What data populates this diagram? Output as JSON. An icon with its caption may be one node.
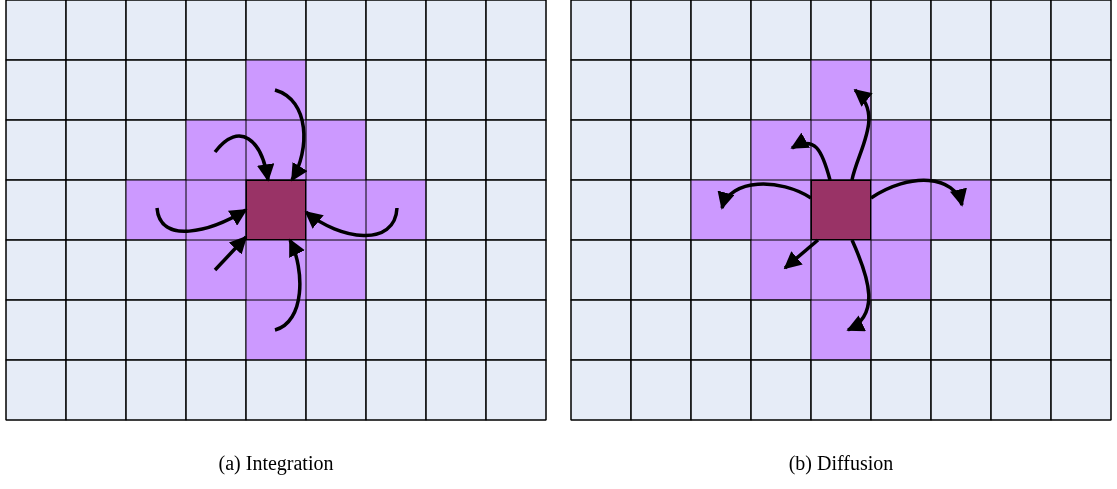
{
  "diagram": {
    "nodes": [
      {
        "text": [],
        "shape": "box"
      },
      {
        "text": [],
        "shape": "box"
      }
    ],
    "edges": [
      {
        "from": null,
        "to": 0,
        "arrow": "to"
      },
      {
        "from": null,
        "to": 0,
        "arrow": "to"
      },
      {
        "from": null,
        "to": 0,
        "arrow": "to"
      },
      {
        "from": null,
        "to": 0,
        "arrow": "to"
      },
      {
        "from": null,
        "to": 0,
        "arrow": "to"
      },
      {
        "from": null,
        "to": 0,
        "arrow": "to"
      },
      {
        "from": 1,
        "to": null,
        "arrow": "to"
      },
      {
        "from": 1,
        "to": null,
        "arrow": "to"
      },
      {
        "from": 1,
        "to": null,
        "arrow": "to"
      },
      {
        "from": 1,
        "to": null,
        "arrow": "to"
      },
      {
        "from": 1,
        "to": null,
        "arrow": "to"
      },
      {
        "from": 1,
        "to": null,
        "arrow": "to"
      }
    ],
    "labels": [
      "(a) Integration",
      "(b) Diffusion"
    ]
  }
}
